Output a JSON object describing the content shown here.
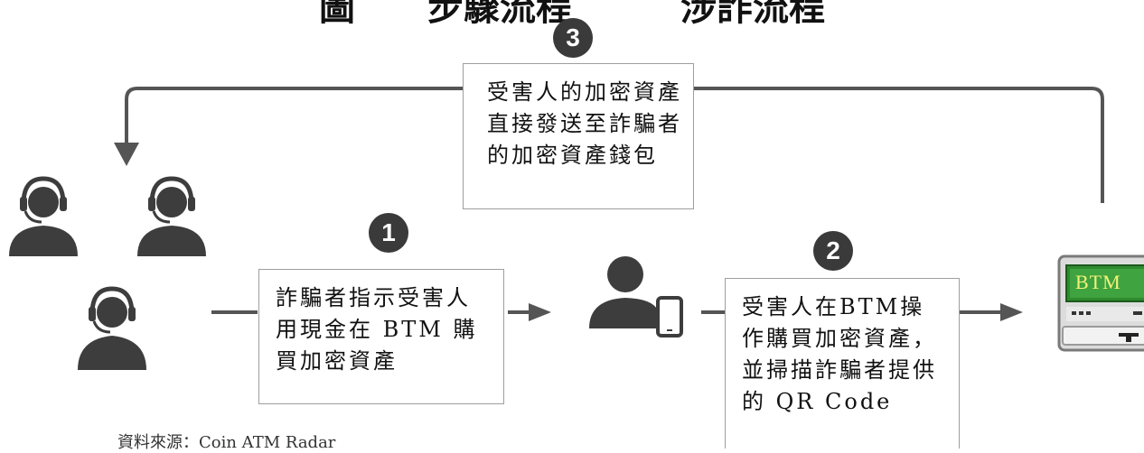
{
  "title": "圖　　步驟流程　　　涉詐流程",
  "steps": [
    {
      "number": "3",
      "text": "受害人的加密資產直接發送至詐騙者的加密資產錢包"
    },
    {
      "number": "1",
      "text": "詐騙者指示受害人用現金在 BTM 購買加密資產"
    },
    {
      "number": "2",
      "text": "受害人在BTM操作購買加密資產，並掃描詐騙者提供的 QR Code"
    }
  ],
  "btm_label": "BTM",
  "source": "資料來源：Coin ATM Radar",
  "colors": {
    "icon": "#3d3d3d",
    "arrow": "#555555",
    "badge": "#3a3a3a",
    "btm_screen": "#2f8a2f",
    "btm_body": "#dcdcdc"
  }
}
